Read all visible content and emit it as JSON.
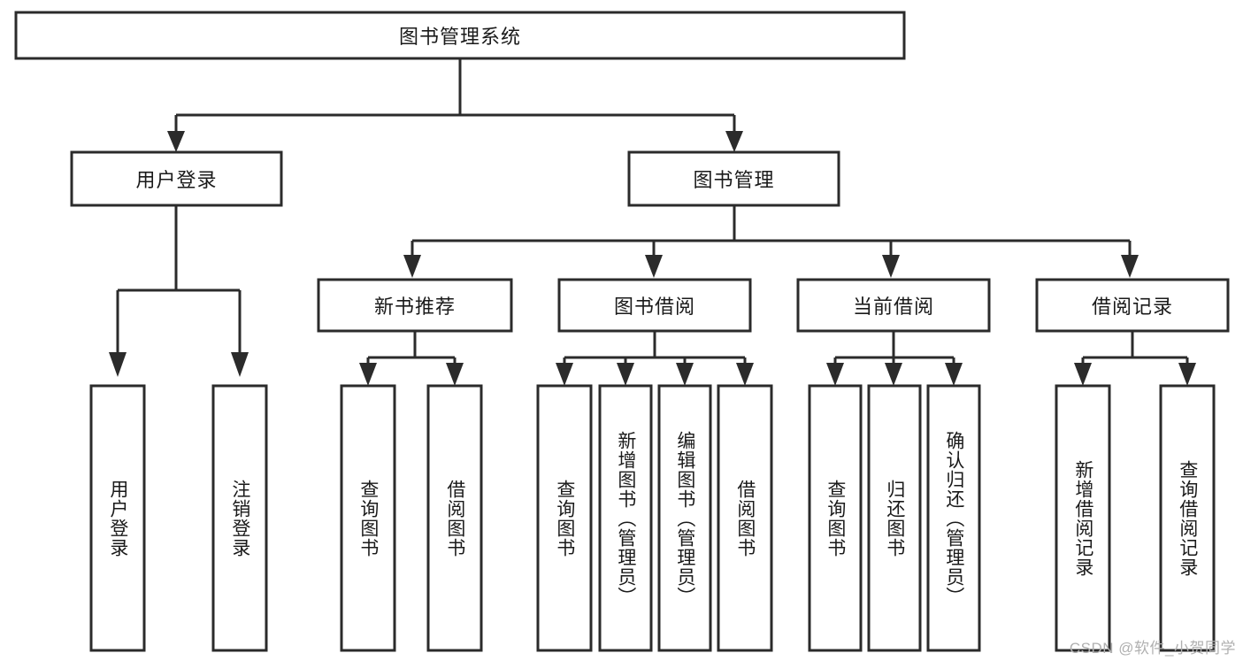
{
  "diagram": {
    "title": "图书管理系统",
    "type": "tree-hierarchy-diagram",
    "colors": {
      "stroke": "#2b2b2b",
      "fill": "#ffffff",
      "text": "#1a1a1a",
      "watermark": "#b0b0b0"
    },
    "root": {
      "label": "图书管理系统",
      "orientation": "horizontal"
    },
    "level2": [
      {
        "label": "用户登录",
        "orientation": "horizontal"
      },
      {
        "label": "图书管理",
        "orientation": "horizontal"
      }
    ],
    "level3": [
      {
        "label": "新书推荐",
        "orientation": "horizontal"
      },
      {
        "label": "图书借阅",
        "orientation": "horizontal"
      },
      {
        "label": "当前借阅",
        "orientation": "horizontal"
      },
      {
        "label": "借阅记录",
        "orientation": "horizontal"
      }
    ],
    "leaves": {
      "user_login": [
        {
          "label": "用户登录",
          "orientation": "vertical"
        },
        {
          "label": "注销登录",
          "orientation": "vertical"
        }
      ],
      "new_book_recommend": [
        {
          "label": "查询图书",
          "orientation": "vertical"
        },
        {
          "label": "借阅图书",
          "orientation": "vertical"
        }
      ],
      "book_borrow": [
        {
          "label": "查询图书",
          "orientation": "vertical"
        },
        {
          "label": "新增图书（管理员）",
          "orientation": "vertical"
        },
        {
          "label": "编辑图书（管理员）",
          "orientation": "vertical"
        },
        {
          "label": "借阅图书",
          "orientation": "vertical"
        }
      ],
      "current_borrow": [
        {
          "label": "查询图书",
          "orientation": "vertical"
        },
        {
          "label": "归还图书",
          "orientation": "vertical"
        },
        {
          "label": "确认归还（管理员）",
          "orientation": "vertical"
        }
      ],
      "borrow_record": [
        {
          "label": "新增借阅记录",
          "orientation": "vertical"
        },
        {
          "label": "查询借阅记录",
          "orientation": "vertical"
        }
      ]
    }
  },
  "watermark": {
    "text": "CSDN @软件_小贺同学"
  }
}
